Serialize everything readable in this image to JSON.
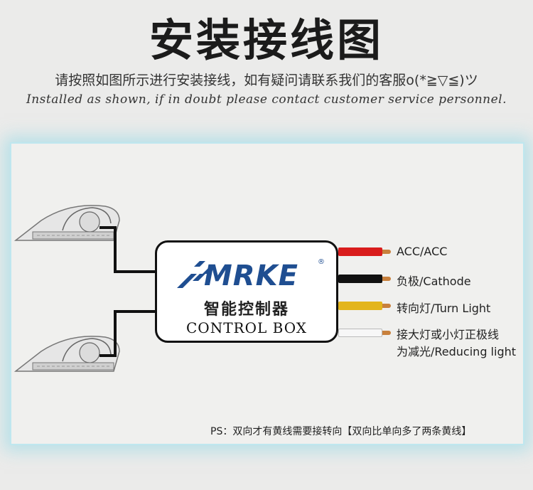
{
  "header": {
    "title": "安装接线图",
    "subtitle_cn": "请按照如图所示进行安装接线，如有疑问请联系我们的客服o(*≧▽≦)ツ",
    "subtitle_en": "Installed as shown, if in doubt please contact customer service personnel."
  },
  "box": {
    "brand": "MRKE",
    "brand_mark": "®",
    "name_cn": "智能控制器",
    "name_en": "CONTROL BOX"
  },
  "wires": [
    {
      "label": "ACC/ACC",
      "color": "#d91c1c"
    },
    {
      "label": "负极/Cathode",
      "color": "#111111"
    },
    {
      "label": "转向灯/Turn Light",
      "color": "#e3b51c"
    },
    {
      "label": "接大灯或小灯正极线",
      "label2": "为减光/Reducing light",
      "color": "#f4f4f4"
    }
  ],
  "note": "PS：双向才有黄线需要接转向【双向比单向多了两条黄线】",
  "colors": {
    "brand_blue": "#1f4e91",
    "panel_glow": "#8cd7e6"
  }
}
